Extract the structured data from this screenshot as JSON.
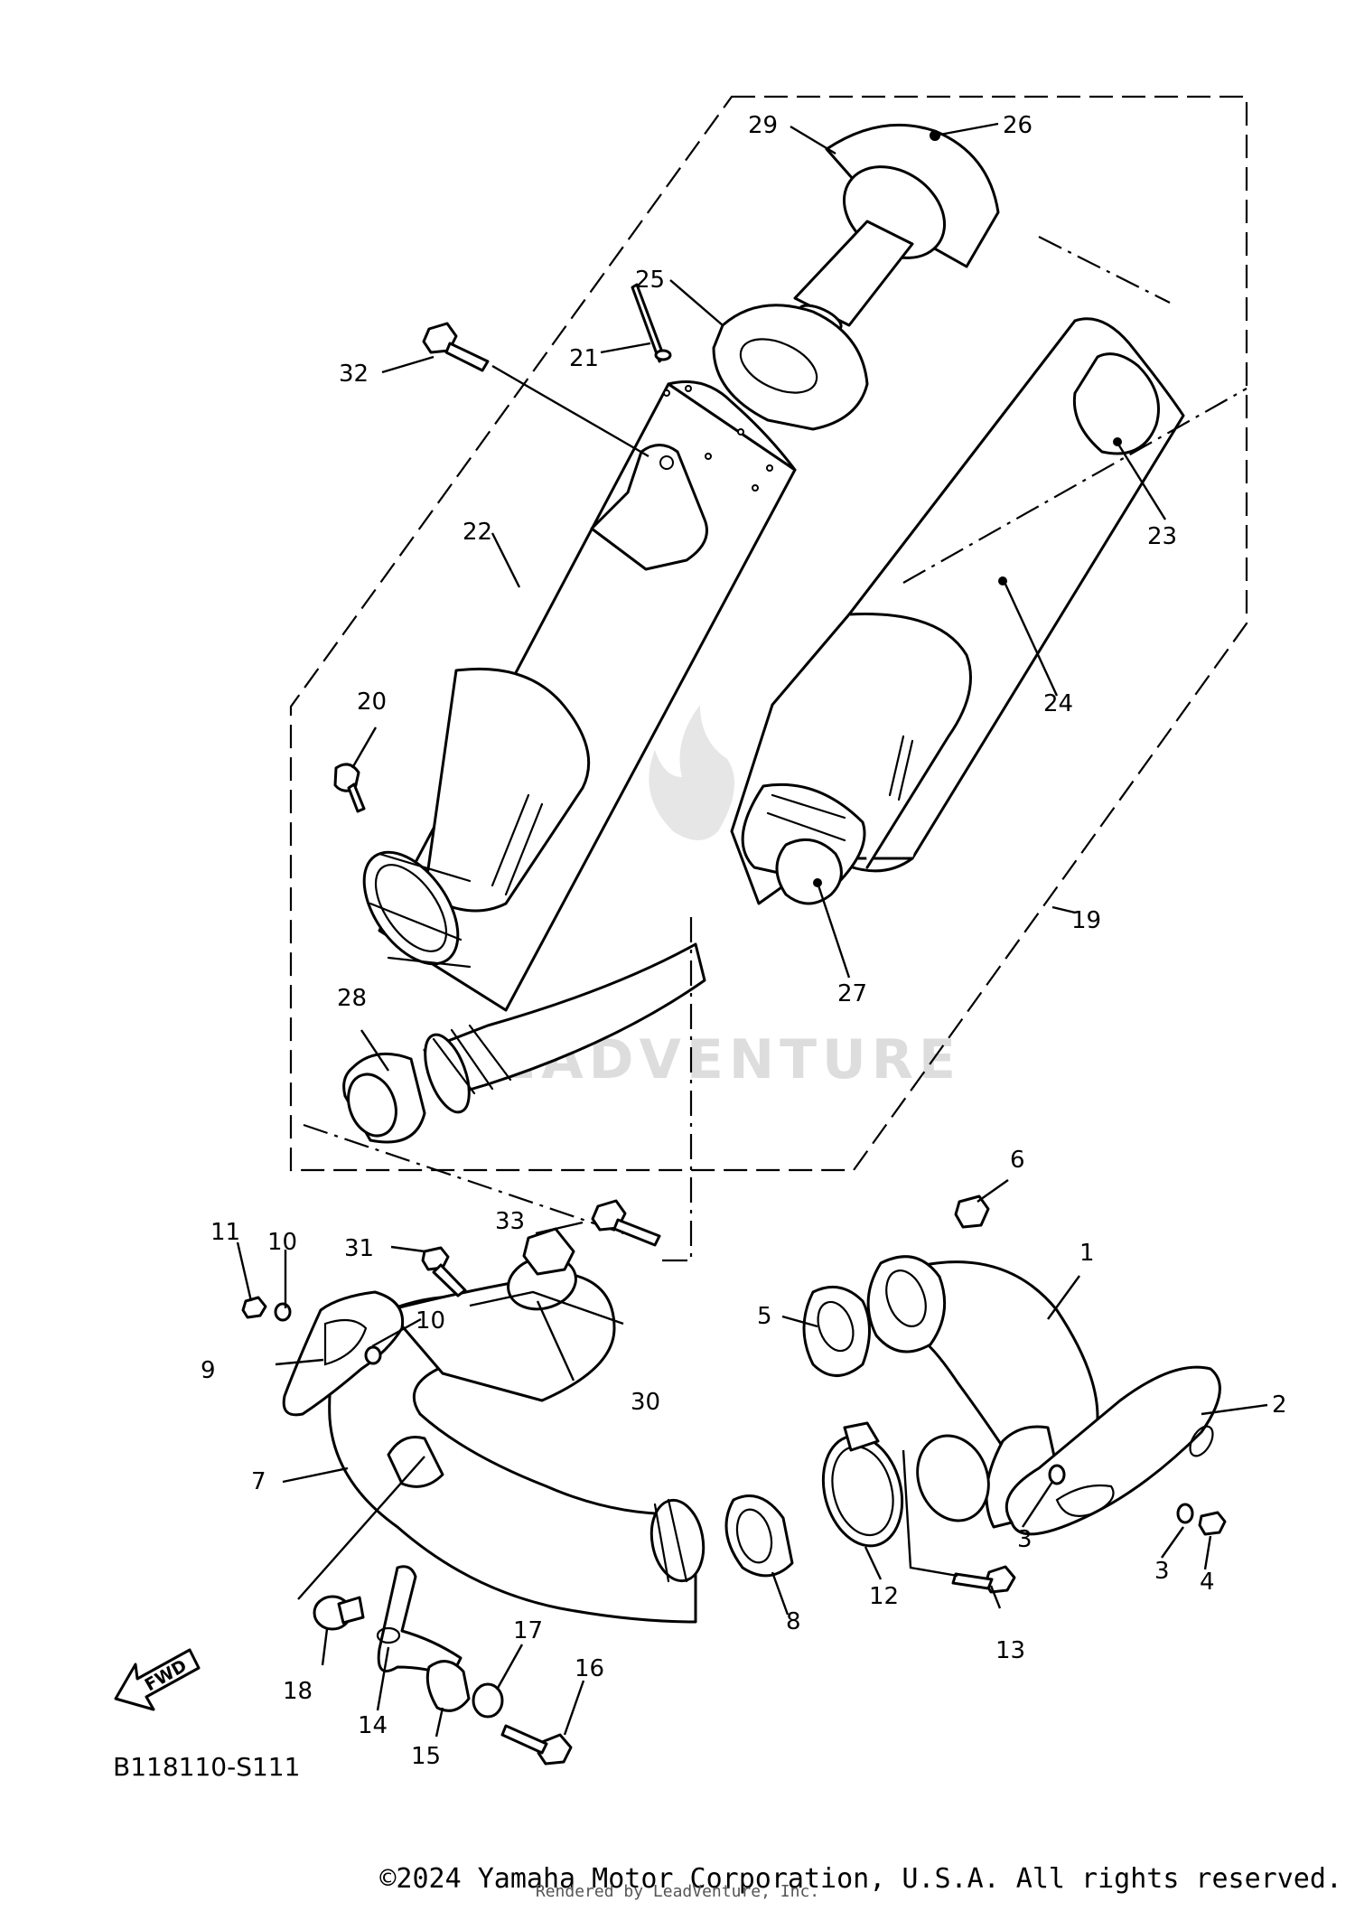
{
  "diagram": {
    "diagram_code": "B118110-S111",
    "fwd_label": "FWD",
    "watermark": "LEADVENTURE",
    "part_callouts": [
      "1",
      "2",
      "3",
      "3",
      "4",
      "5",
      "6",
      "7",
      "8",
      "9",
      "10",
      "10",
      "11",
      "12",
      "13",
      "14",
      "15",
      "16",
      "17",
      "18",
      "19",
      "20",
      "21",
      "22",
      "23",
      "24",
      "25",
      "26",
      "27",
      "28",
      "29",
      "30",
      "31",
      "32",
      "33"
    ]
  },
  "footer": {
    "copyright": "©2024 Yamaha Motor Corporation, U.S.A. All rights reserved.",
    "rendered_by": "Rendered by LeadVenture, Inc."
  }
}
